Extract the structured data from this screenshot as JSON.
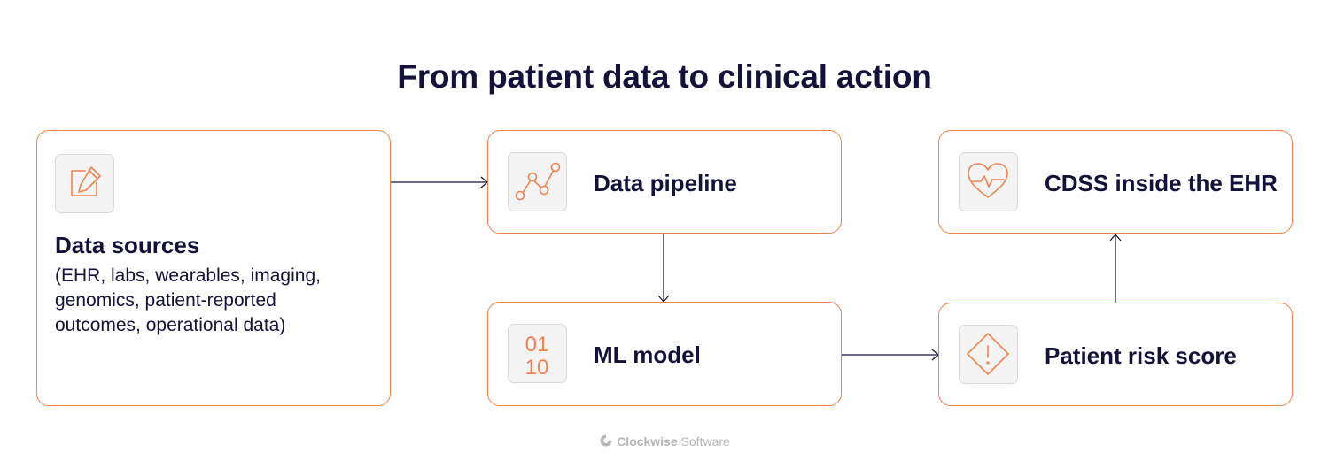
{
  "title": "From patient data to clinical action",
  "accent_color": "#f0824e",
  "text_color": "#14123a",
  "nodes": {
    "data_sources": {
      "label": "Data sources",
      "description": "(EHR, labs, wearables, imaging, genomics, patient-reported outcomes, operational data)",
      "icon": "edit-icon"
    },
    "data_pipeline": {
      "label": "Data pipeline",
      "icon": "pipeline-icon"
    },
    "ml_model": {
      "label": "ML model",
      "icon": "binary-icon",
      "icon_text_top": "01",
      "icon_text_bottom": "10"
    },
    "risk_score": {
      "label": "Patient risk score",
      "icon": "warning-icon"
    },
    "cdss": {
      "label": "CDSS inside the EHR",
      "icon": "heart-pulse-icon"
    }
  },
  "edges": [
    {
      "from": "data_sources",
      "to": "data_pipeline"
    },
    {
      "from": "data_pipeline",
      "to": "ml_model"
    },
    {
      "from": "ml_model",
      "to": "risk_score"
    },
    {
      "from": "risk_score",
      "to": "cdss"
    }
  ],
  "footer": {
    "brand_bold": "Clockwise",
    "brand_light": " Software"
  }
}
